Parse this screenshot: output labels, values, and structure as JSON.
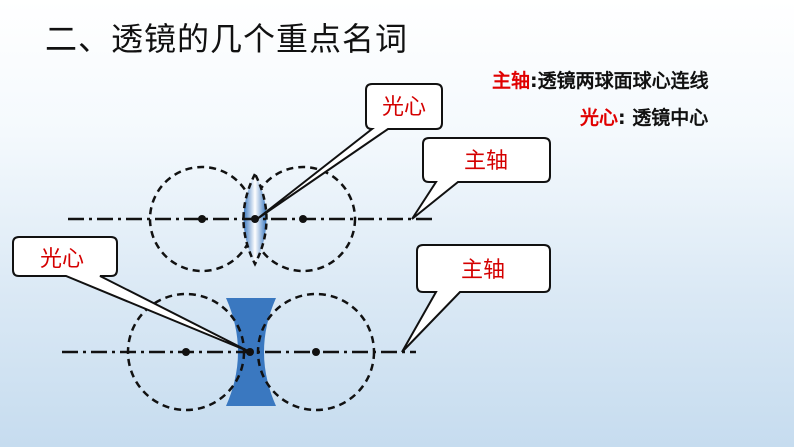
{
  "title": "二、透镜的几个重点名词",
  "definitions": {
    "principal_axis": {
      "term": "主轴",
      "colon": ":",
      "desc": "透镜两球面球心连线"
    },
    "optical_center": {
      "term": "光心",
      "colon": ":",
      "desc": " 透镜中心"
    }
  },
  "callouts": {
    "convex_optical_center": "光心",
    "convex_principal_axis": "主轴",
    "concave_optical_center": "光心",
    "concave_principal_axis": "主轴"
  },
  "colors": {
    "term_red": "#e00000",
    "lens_blue": "#3a78c0",
    "callout_text_red": "#d40000"
  }
}
